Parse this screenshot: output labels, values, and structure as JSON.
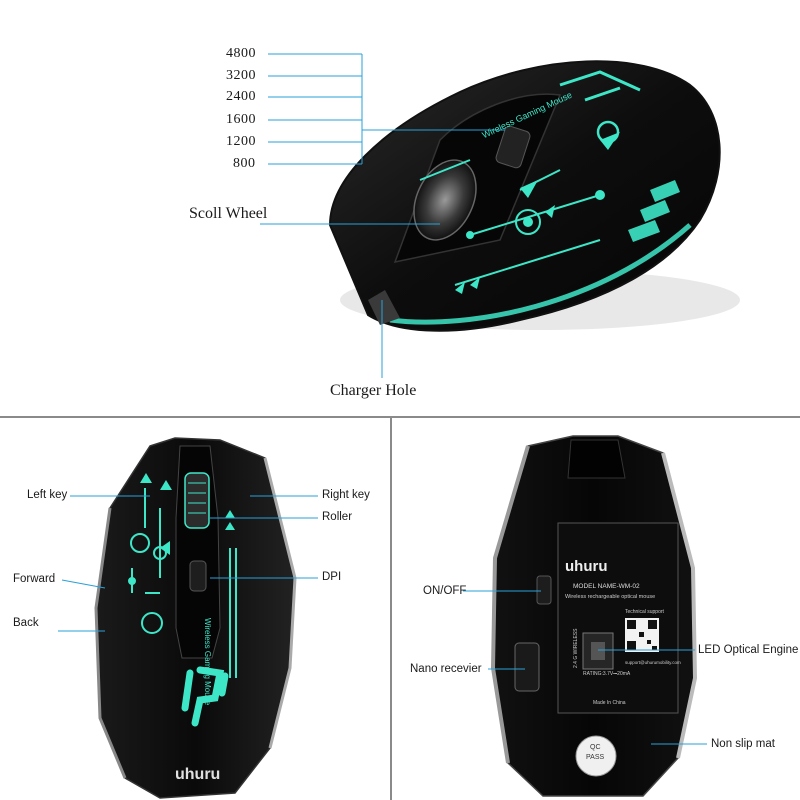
{
  "top": {
    "dpi_levels": [
      "4800",
      "3200",
      "2400",
      "1600",
      "1200",
      "800"
    ],
    "scroll_wheel": "Scoll Wheel",
    "charger_hole": "Charger Hole",
    "mouse_side_text": "Wireless Gaming Mouse"
  },
  "top_left": {
    "left_key": "Left key",
    "right_key": "Right key",
    "roller": "Roller",
    "forward": "Forward",
    "dpi": "DPI",
    "back": "Back",
    "mouse_side_text": "Wireless Gaming Mouse",
    "brand": "uhuru"
  },
  "bottom_right": {
    "on_off": "ON/OFF",
    "nano_receiver": "Nano recevier",
    "led_engine": "LED Optical Engine",
    "non_slip": "Non slip mat",
    "brand": "uhuru",
    "model_name": "MODEL NAME-WM-02",
    "model_desc": "Wireless rechargeable optical mouse",
    "tech_support": "Technical support",
    "rating": "RATING:3.7V⎓20mA",
    "made_in": "Made In China",
    "email": "support@uhurumobility.com",
    "wireless_label": "2.4 G WIRELESS",
    "qc1": "QC",
    "qc2": "PASS"
  },
  "colors": {
    "glow": "#3ee6c8",
    "body": "#0c0c0c",
    "callout_line": "#2aa0d8"
  }
}
